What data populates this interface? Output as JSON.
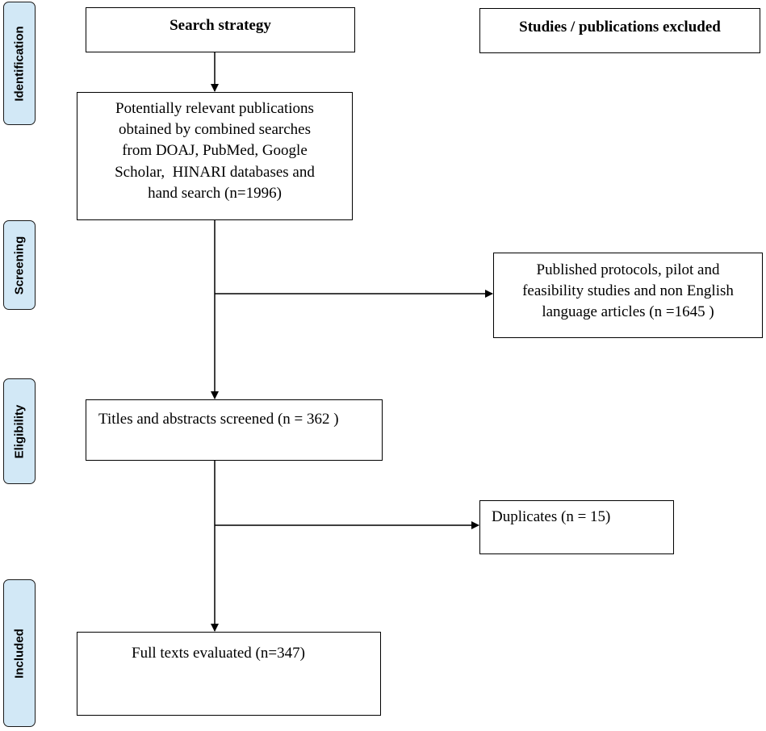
{
  "stages": {
    "identification": "Identification",
    "screening": "Screening",
    "eligibility": "Eligibility",
    "included": "Included"
  },
  "boxes": {
    "search_strategy": "Search strategy",
    "excluded_header": "Studies / publications excluded",
    "potentially_relevant": [
      "Potentially relevant publications",
      "obtained by combined searches",
      "from DOAJ, PubMed, Google",
      "Scholar,  HINARI databases and",
      "hand search (n=1996)"
    ],
    "published_protocols": [
      "Published protocols, pilot and",
      "feasibility studies and non English",
      "language articles (n =1645 )"
    ],
    "titles_abstracts": "Titles and abstracts screened (n = 362 )",
    "duplicates": "Duplicates (n = 15)",
    "full_texts": "Full texts evaluated (n=347)"
  }
}
